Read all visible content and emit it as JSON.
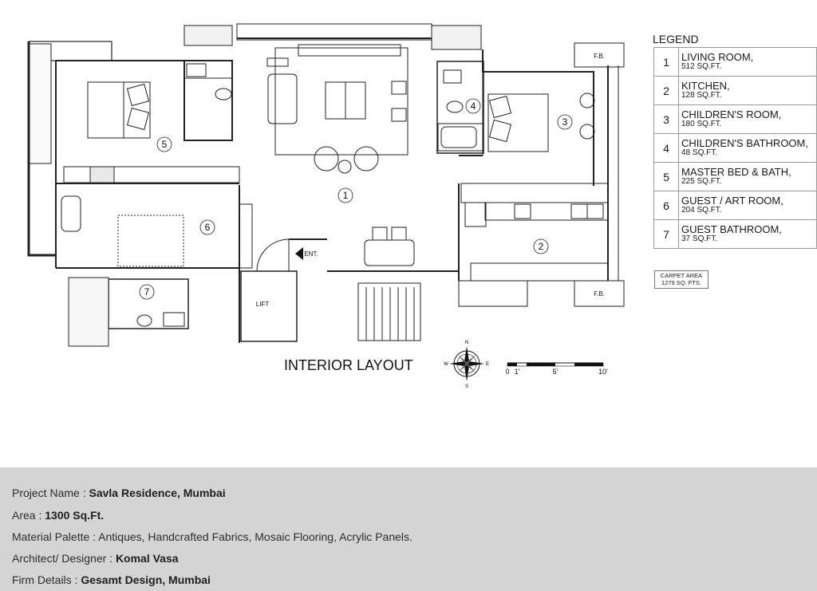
{
  "title": "INTERIOR LAYOUT",
  "legend": {
    "heading": "LEGEND",
    "items": [
      {
        "num": "1",
        "name": "LIVING ROOM,",
        "area": "512 SQ.FT."
      },
      {
        "num": "2",
        "name": "KITCHEN,",
        "area": "128 SQ.FT."
      },
      {
        "num": "3",
        "name": "CHILDREN'S ROOM,",
        "area": "180 SQ.FT."
      },
      {
        "num": "4",
        "name": "CHILDREN'S BATHROOM,",
        "area": "48 SQ.FT."
      },
      {
        "num": "5",
        "name": "MASTER BED & BATH,",
        "area": "225 SQ.FT."
      },
      {
        "num": "6",
        "name": "GUEST / ART ROOM,",
        "area": "204 SQ.FT."
      },
      {
        "num": "7",
        "name": "GUEST BATHROOM,",
        "area": "37 SQ.FT."
      }
    ],
    "carpet_line1": "CARPET AREA",
    "carpet_line2": "1279 SQ. FTS."
  },
  "plan_labels": {
    "ent": "ENT.",
    "lift": "LIFT",
    "fb": "F.B.",
    "room_numbers": [
      "1",
      "2",
      "3",
      "4",
      "5",
      "6",
      "7"
    ]
  },
  "compass": {
    "n": "N",
    "s": "S",
    "e": "E",
    "w": "W"
  },
  "scale": {
    "ticks": [
      "0",
      "1'",
      "5'",
      "10'"
    ]
  },
  "footer": [
    {
      "label": "Project Name : ",
      "value": "Savla Residence, Mumbai"
    },
    {
      "label": "Area : ",
      "value": "1300 Sq.Ft."
    },
    {
      "label": "Material Palette : Antiques, Handcrafted Fabrics, Mosaic Flooring, Acrylic Panels.",
      "value": ""
    },
    {
      "label": "Architect/ Designer : ",
      "value": "Komal Vasa"
    },
    {
      "label": "Firm Details : ",
      "value": "Gesamt Design, Mumbai"
    }
  ]
}
